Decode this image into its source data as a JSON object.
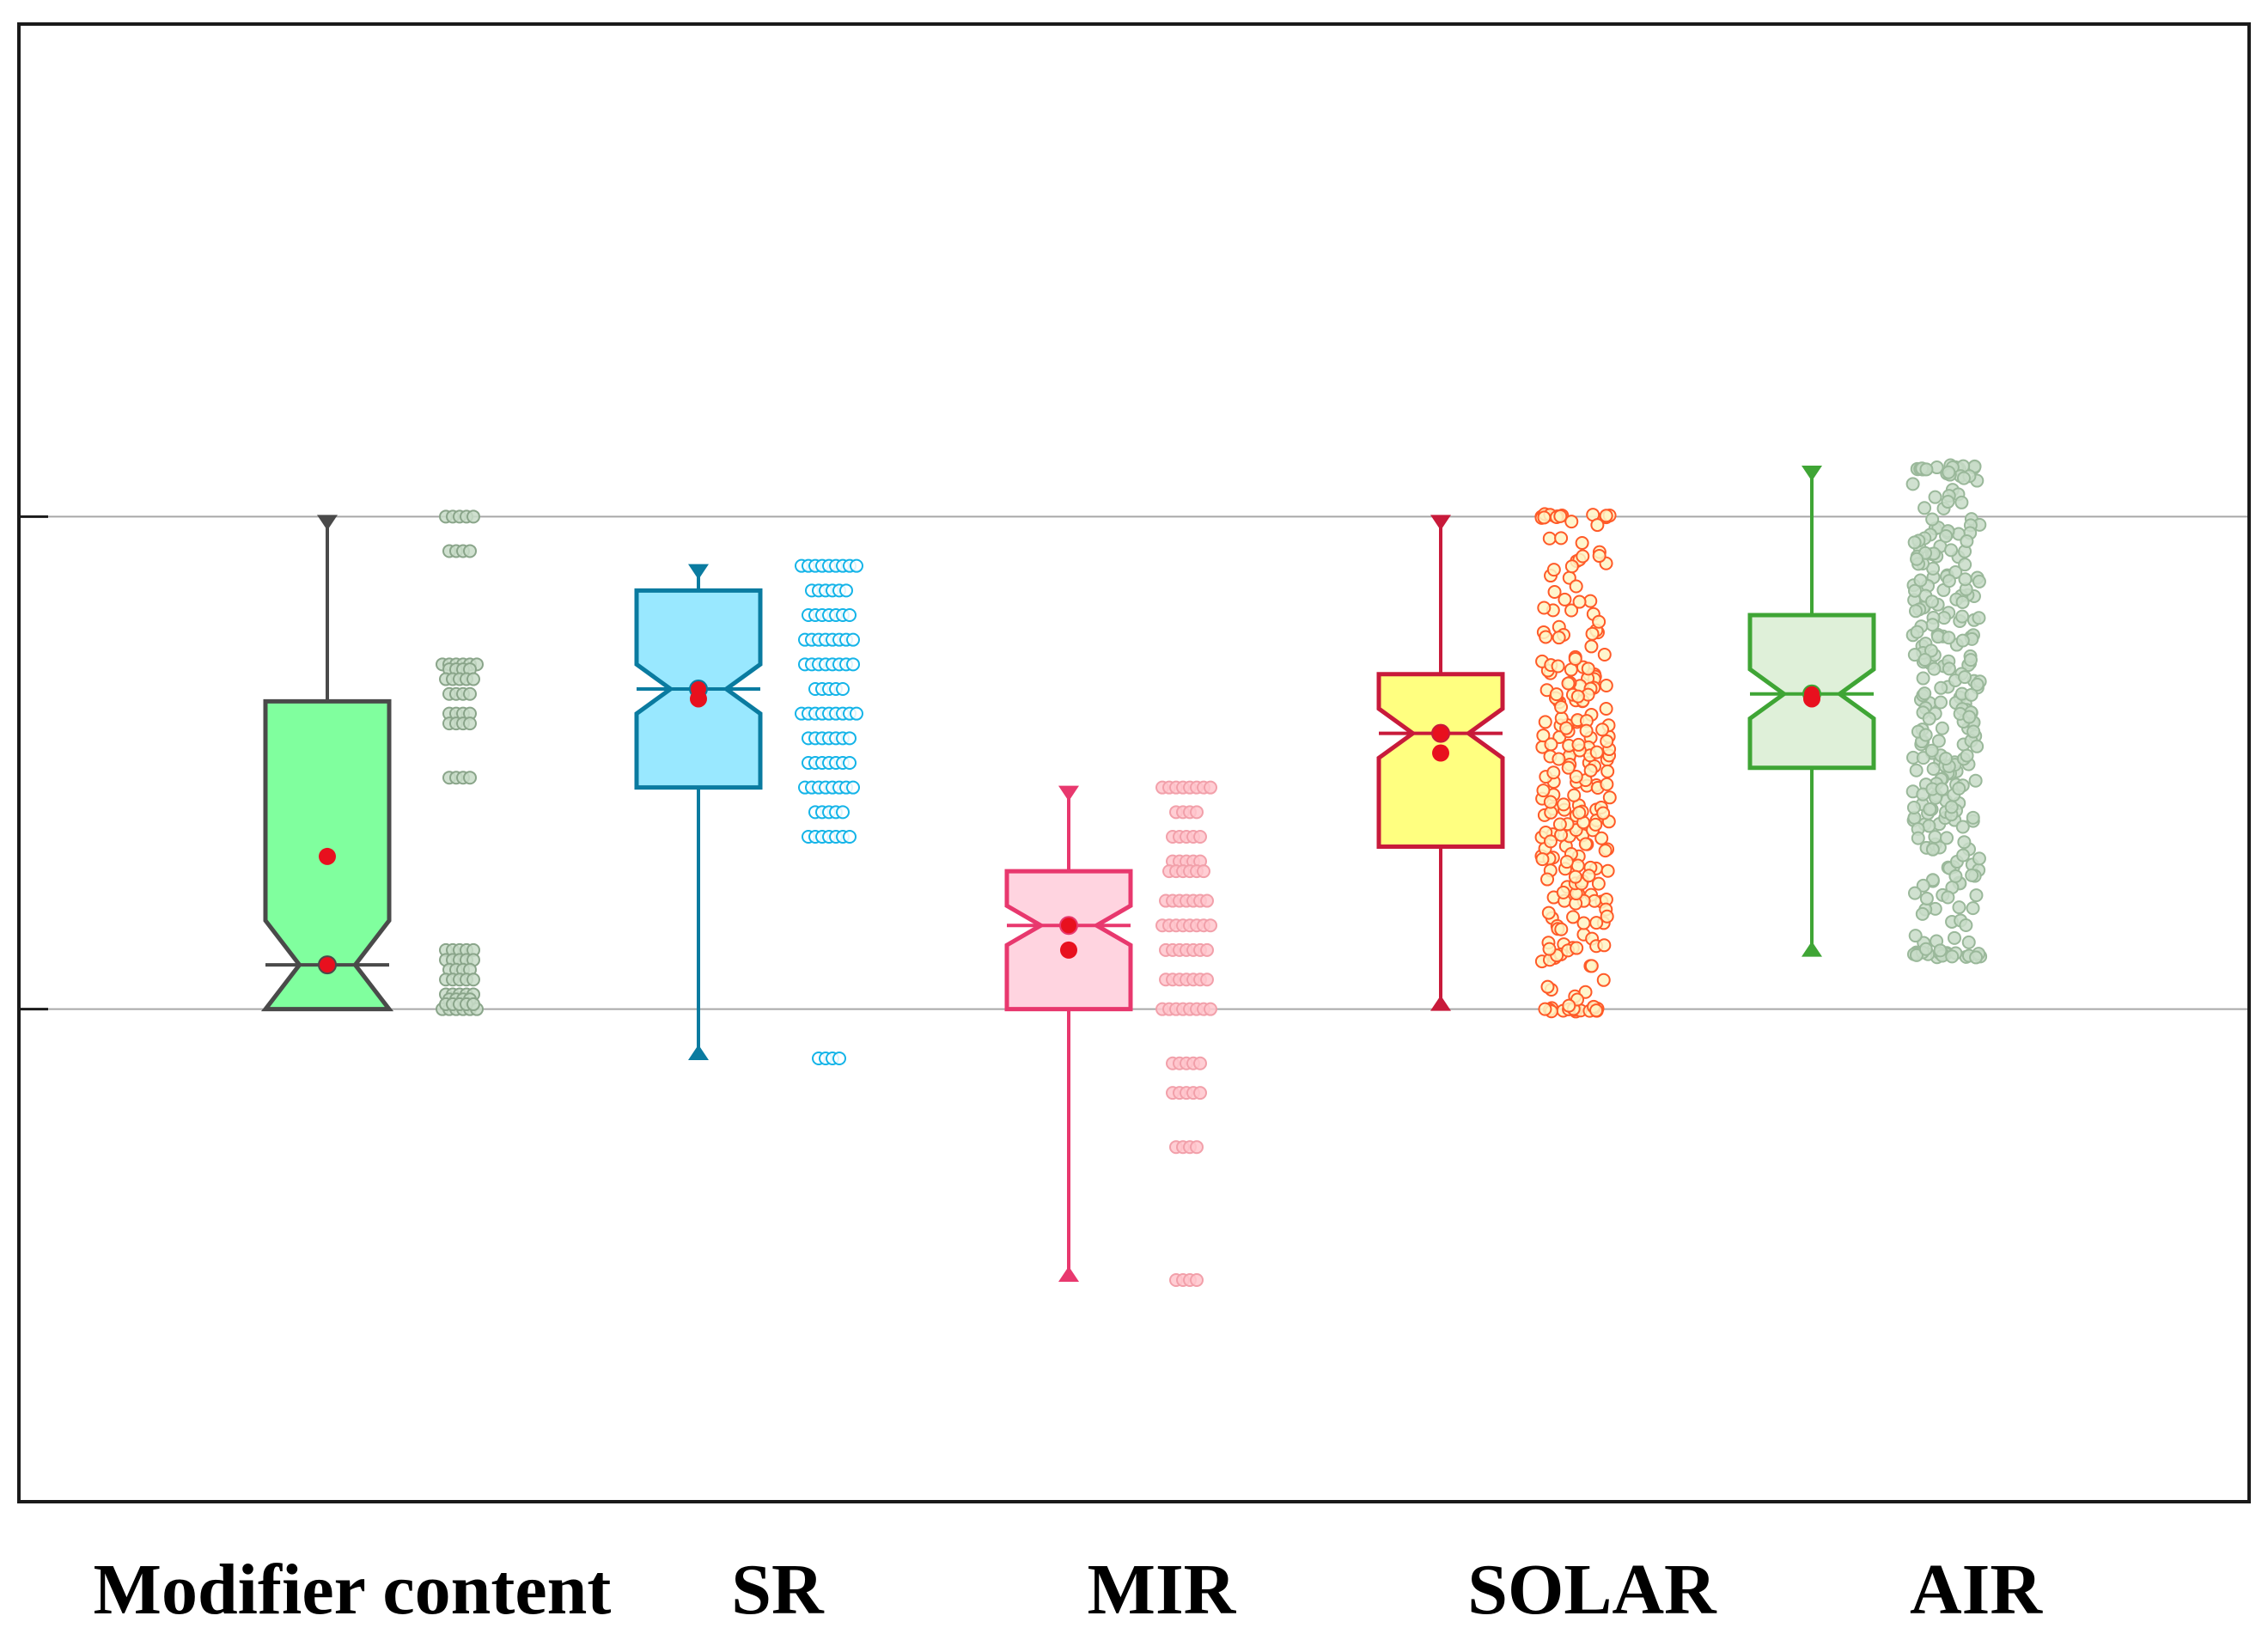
{
  "chart_data": {
    "type": "box",
    "title": "",
    "xlabel": "",
    "ylabel": "",
    "ylim": [
      -1,
      2
    ],
    "yticks": [
      -1,
      0,
      1,
      2
    ],
    "grid": "horizontal at y = 0 and y = 1",
    "legend": "none",
    "tick_labels_shown": false,
    "note": "The y axis prints no numbers; values are relative units in which the two gridlines sit at 0 and 1.",
    "categories": [
      "Modifier content",
      "SR",
      "MIR",
      "SOLAR",
      "AIR"
    ],
    "series": [
      {
        "category": "Modifier content",
        "color": "#4a4a4a",
        "fill": "#80ff9e",
        "point_color": "#c8dcc8",
        "point_edge": "#8aa58a",
        "min": 0,
        "q1": 0,
        "median": 0.09,
        "q3": 0.625,
        "max": 1,
        "mean": 0.31,
        "notch_low": 0.0,
        "notch_high": 0.18,
        "points": [
          1,
          1,
          1,
          1,
          1,
          0.93,
          0.93,
          0.93,
          0.93,
          0.7,
          0.7,
          0.7,
          0.7,
          0.7,
          0.7,
          0.69,
          0.69,
          0.69,
          0.69,
          0.67,
          0.67,
          0.67,
          0.67,
          0.67,
          0.64,
          0.64,
          0.64,
          0.64,
          0.6,
          0.6,
          0.6,
          0.6,
          0.58,
          0.58,
          0.58,
          0.58,
          0.47,
          0.47,
          0.47,
          0.47,
          0.12,
          0.12,
          0.12,
          0.12,
          0.12,
          0.1,
          0.1,
          0.1,
          0.1,
          0.1,
          0.08,
          0.08,
          0.08,
          0.08,
          0.06,
          0.06,
          0.06,
          0.06,
          0.06,
          0.03,
          0.03,
          0.03,
          0.03,
          0.03,
          0.02,
          0.02,
          0.02,
          0.02,
          0.01,
          0.01,
          0.01,
          0.01,
          0.01,
          0,
          0,
          0,
          0,
          0,
          0
        ]
      },
      {
        "category": "SR",
        "color": "#0a7ba0",
        "fill": "#99e8ff",
        "point_color": "#ffffff",
        "point_edge": "#14b4e8",
        "min": -0.1,
        "q1": 0.45,
        "median": 0.65,
        "q3": 0.85,
        "max": 0.9,
        "mean": 0.63,
        "notch_low": 0.6,
        "notch_high": 0.7,
        "points": [
          0.9,
          0.9,
          0.9,
          0.9,
          0.9,
          0.9,
          0.9,
          0.9,
          0.9,
          0.85,
          0.85,
          0.85,
          0.85,
          0.85,
          0.85,
          0.8,
          0.8,
          0.8,
          0.8,
          0.8,
          0.8,
          0.8,
          0.75,
          0.75,
          0.75,
          0.75,
          0.75,
          0.75,
          0.75,
          0.75,
          0.7,
          0.7,
          0.7,
          0.7,
          0.7,
          0.7,
          0.7,
          0.7,
          0.65,
          0.65,
          0.65,
          0.65,
          0.65,
          0.6,
          0.6,
          0.6,
          0.6,
          0.6,
          0.6,
          0.6,
          0.6,
          0.6,
          0.55,
          0.55,
          0.55,
          0.55,
          0.55,
          0.55,
          0.55,
          0.5,
          0.5,
          0.5,
          0.5,
          0.5,
          0.5,
          0.5,
          0.45,
          0.45,
          0.45,
          0.45,
          0.45,
          0.45,
          0.45,
          0.45,
          0.4,
          0.4,
          0.4,
          0.4,
          0.4,
          0.35,
          0.35,
          0.35,
          0.35,
          0.35,
          0.35,
          0.35,
          -0.1,
          -0.1,
          -0.1,
          -0.1
        ]
      },
      {
        "category": "MIR",
        "color": "#e8386e",
        "fill": "#ffd4e0",
        "point_color": "#ffc6cc",
        "point_edge": "#f2a0aa",
        "min": -0.55,
        "q1": 0,
        "median": 0.17,
        "q3": 0.28,
        "max": 0.45,
        "mean": 0.12,
        "notch_low": 0.13,
        "notch_high": 0.21,
        "points": [
          0.45,
          0.45,
          0.45,
          0.45,
          0.45,
          0.45,
          0.45,
          0.45,
          0.4,
          0.4,
          0.4,
          0.4,
          0.35,
          0.35,
          0.35,
          0.35,
          0.35,
          0.3,
          0.3,
          0.3,
          0.3,
          0.3,
          0.28,
          0.28,
          0.28,
          0.28,
          0.28,
          0.28,
          0.22,
          0.22,
          0.22,
          0.22,
          0.22,
          0.22,
          0.22,
          0.17,
          0.17,
          0.17,
          0.17,
          0.17,
          0.17,
          0.17,
          0.17,
          0.12,
          0.12,
          0.12,
          0.12,
          0.12,
          0.12,
          0.12,
          0.06,
          0.06,
          0.06,
          0.06,
          0.06,
          0.06,
          0.06,
          0,
          0,
          0,
          0,
          0,
          0,
          0,
          0,
          -0.11,
          -0.11,
          -0.11,
          -0.11,
          -0.11,
          -0.17,
          -0.17,
          -0.17,
          -0.17,
          -0.17,
          -0.28,
          -0.28,
          -0.28,
          -0.28,
          -0.55,
          -0.55,
          -0.55,
          -0.55
        ]
      },
      {
        "category": "SOLAR",
        "color": "#c81a3a",
        "fill": "#ffff80",
        "point_color": "#fff4c4",
        "point_edge": "#ff5a28",
        "min": 0,
        "q1": 0.33,
        "median": 0.56,
        "q3": 0.68,
        "max": 1,
        "mean": 0.52,
        "notch_low": 0.51,
        "notch_high": 0.61,
        "points": []
      },
      {
        "category": "AIR",
        "color": "#3fa535",
        "fill": "#dff0d9",
        "point_color": "#c8dcc8",
        "point_edge": "#9ab89a",
        "min": 0.11,
        "q1": 0.49,
        "median": 0.64,
        "q3": 0.8,
        "max": 1.1,
        "mean": 0.63,
        "notch_low": 0.59,
        "notch_high": 0.69,
        "points": []
      }
    ]
  }
}
